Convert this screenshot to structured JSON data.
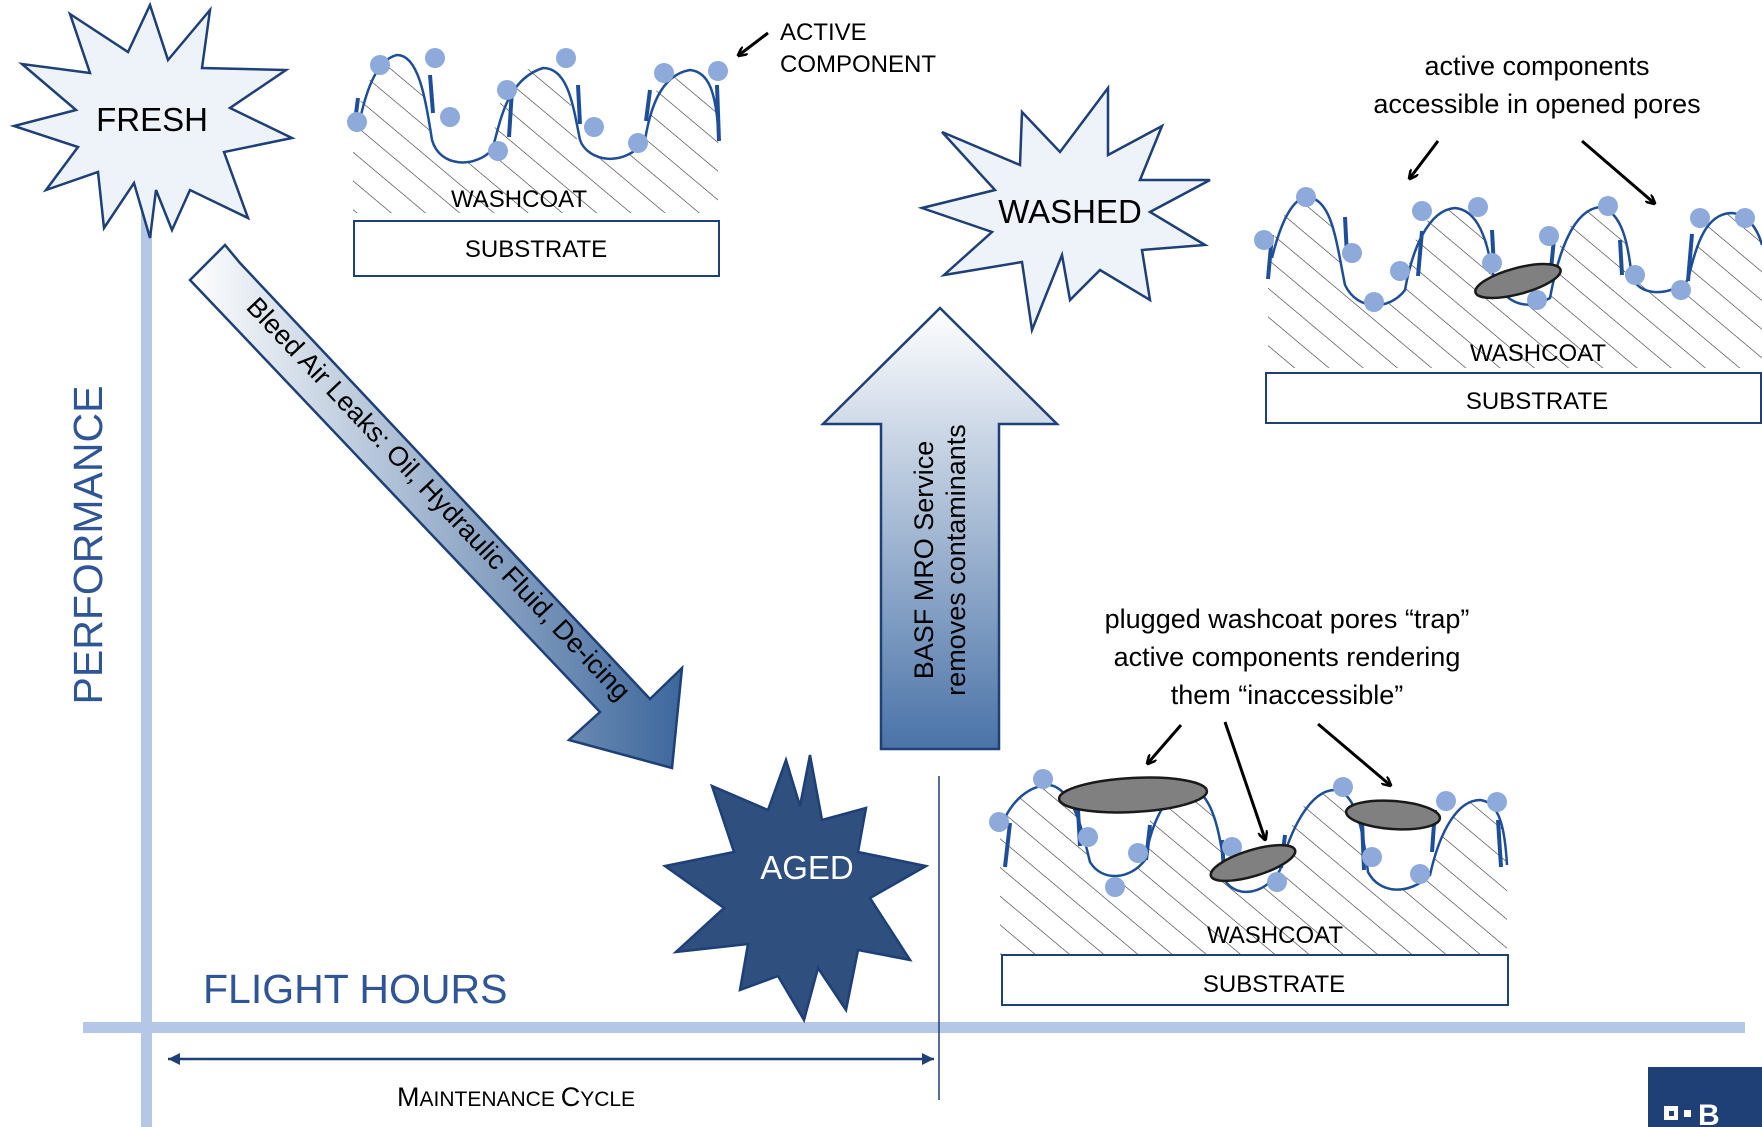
{
  "colors": {
    "axis": "#b4c7e7",
    "axis_label": "#2f5597",
    "navy": "#1f3f77",
    "aged_fill": "#2f4f7f",
    "particle": "#8eaadb",
    "contaminant": "#808080",
    "star_fill": "#eef3fa"
  },
  "axes": {
    "y_label": "PERFORMANCE",
    "x_label": "FLIGHT HOURS",
    "cycle_label_first": "M",
    "cycle_label_rest1": "AINTENANCE ",
    "cycle_label_second": "C",
    "cycle_label_rest2": "YCLE"
  },
  "states": {
    "fresh": "FRESH",
    "washed": "WASHED",
    "aged": "AGED"
  },
  "arrows": {
    "degradation": "Bleed Air Leaks: Oil, Hydraulic Fluid, De-icing",
    "service_line1": "BASF MRO Service",
    "service_line2": "removes contaminants"
  },
  "panels": {
    "fresh": {
      "callout_line1": "ACTIVE",
      "callout_line2": "COMPONENT",
      "washcoat": "WASHCOAT",
      "substrate": "SUBSTRATE"
    },
    "washed": {
      "note_line1": "active components",
      "note_line2": "accessible in opened pores",
      "washcoat": "WASHCOAT",
      "substrate": "SUBSTRATE"
    },
    "aged": {
      "note_line1": "plugged washcoat pores “trap”",
      "note_line2": "active components rendering",
      "note_line3": "them “inaccessible”",
      "washcoat": "WASHCOAT",
      "substrate": "SUBSTRATE"
    }
  },
  "logo": {
    "icons": "logo-squares-icon",
    "text": "B"
  }
}
